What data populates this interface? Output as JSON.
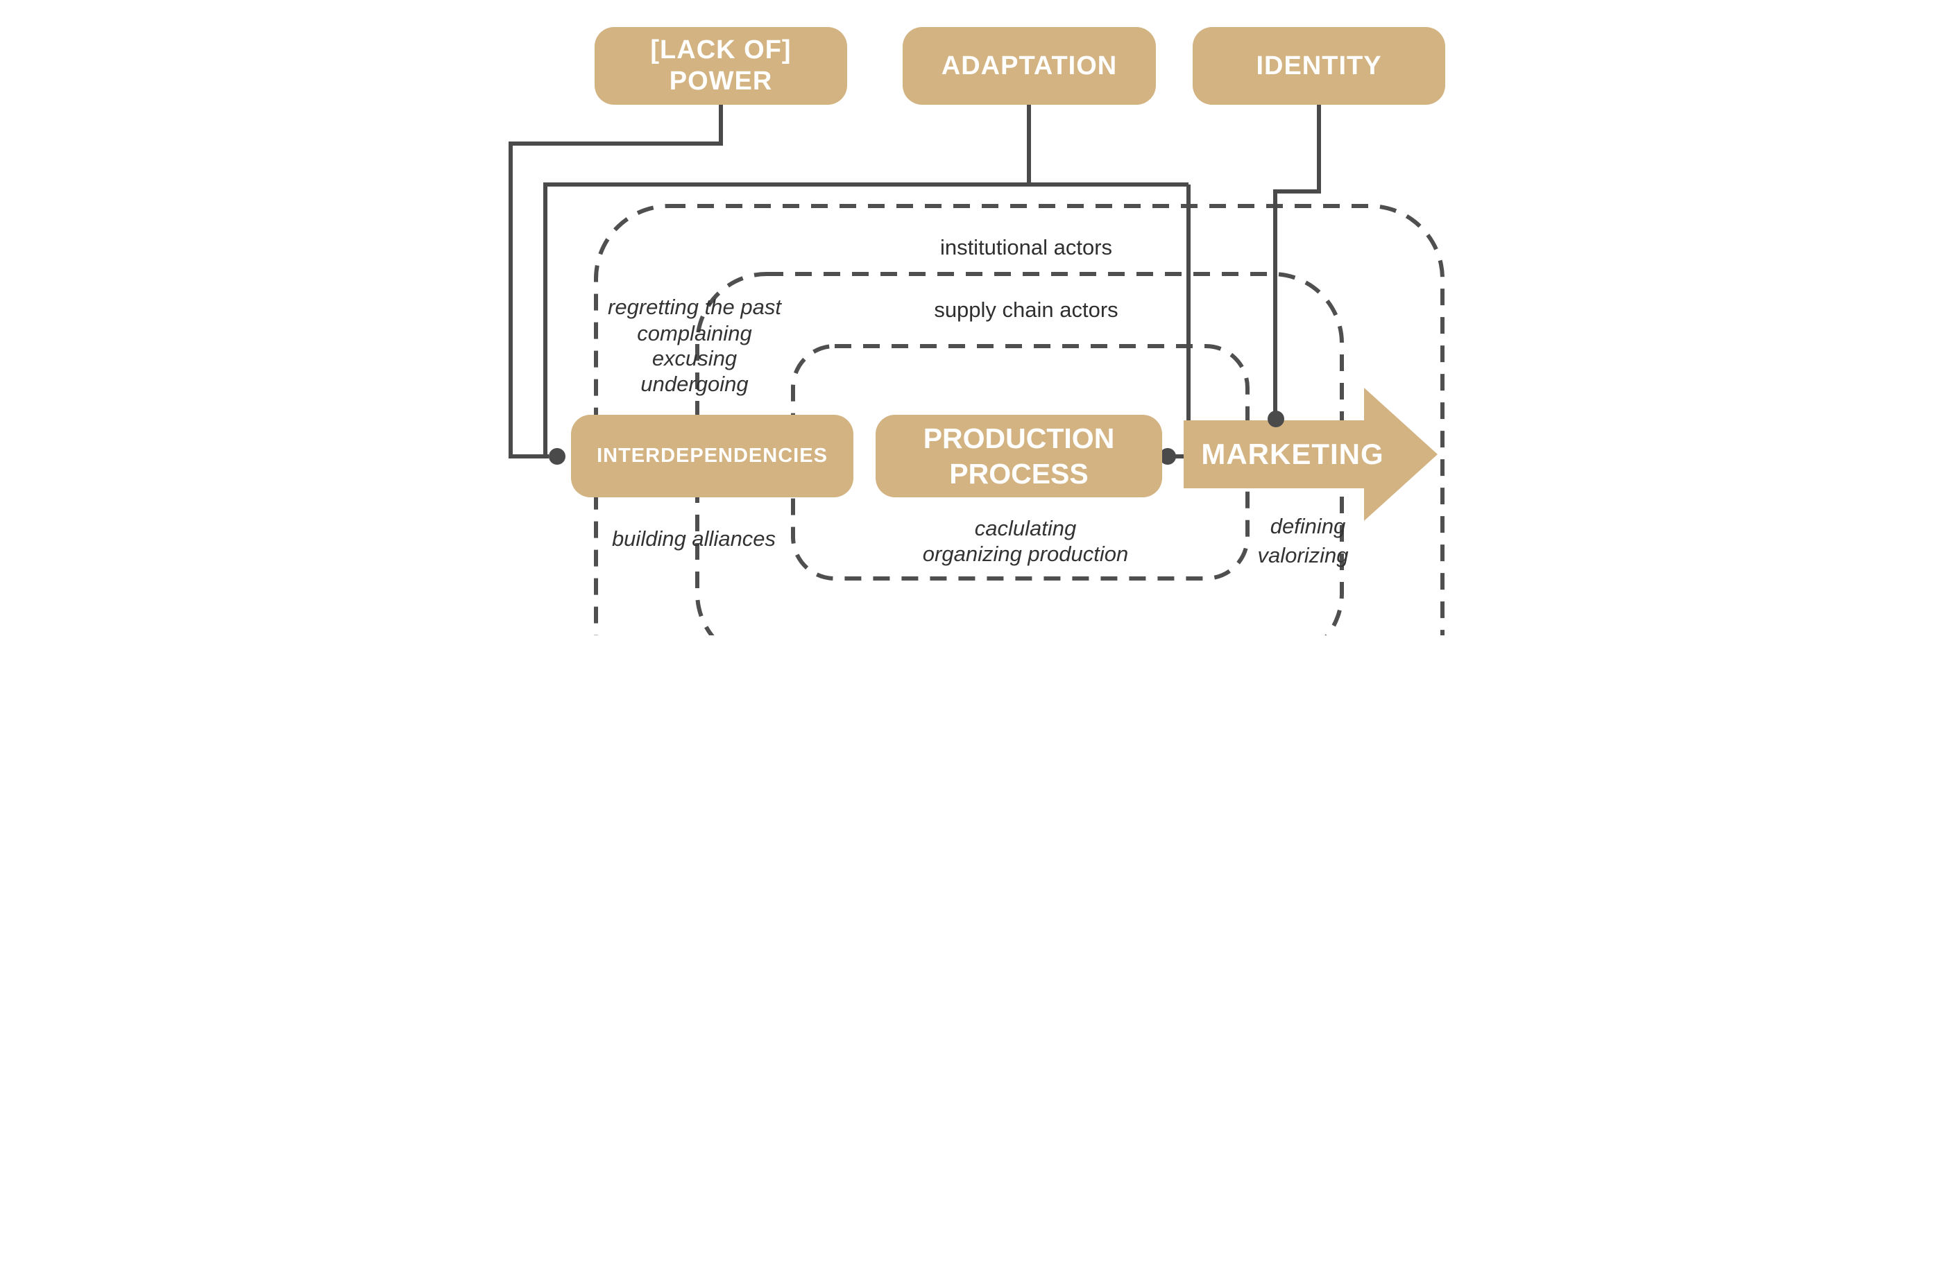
{
  "figure": {
    "type": "concept-diagram",
    "description_visible_text_only": true
  },
  "palette": {
    "node_fill": "#d2b381",
    "node_text": "#ffffff",
    "connector_line": "#4a4a4a",
    "dashed_boundary": "#4f4f4f",
    "annotation_text": "#2f2f2f",
    "background": "#ffffff"
  },
  "top_nodes": {
    "power": {
      "label_line1": "[LACK OF]",
      "label_line2": "POWER"
    },
    "adaptation": {
      "label": "ADAPTATION"
    },
    "identity": {
      "label": "IDENTITY"
    }
  },
  "boundaries": {
    "institutional": {
      "label": "institutional actors"
    },
    "supply_chain": {
      "label": "supply chain actors"
    }
  },
  "process_nodes": {
    "interdependencies": {
      "label": "INTERDEPENDENCIES"
    },
    "production_process": {
      "label_line1": "PRODUCTION",
      "label_line2": "PROCESS"
    },
    "marketing": {
      "label": "MARKETING"
    }
  },
  "annotations": {
    "interdependencies_above": [
      "regretting the past",
      "complaining",
      "excusing",
      "undergoing"
    ],
    "interdependencies_below": "building alliances",
    "production_below": [
      "caclulating",
      "organizing production"
    ],
    "marketing_below": [
      "defining",
      "valorizing"
    ]
  }
}
